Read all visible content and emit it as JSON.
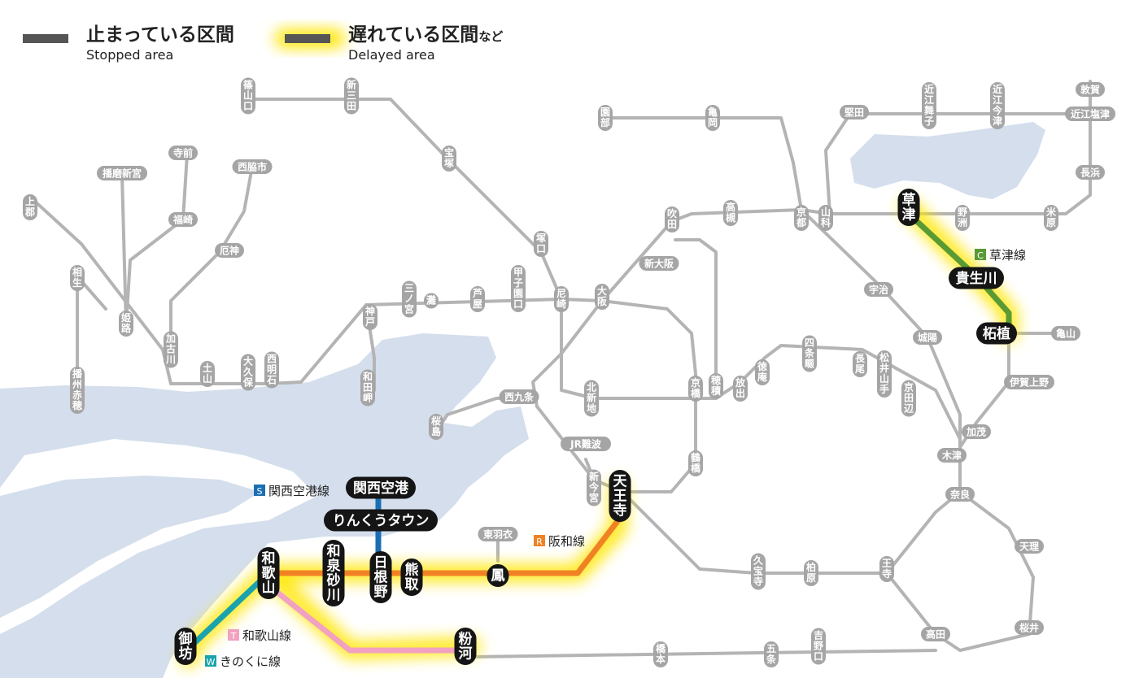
{
  "legend": {
    "stopped_ja": "止まっている区間",
    "stopped_en": "Stopped area",
    "delayed_ja": "遅れている区間",
    "delayed_suffix": "など",
    "delayed_en": "Delayed area"
  },
  "line_labels": {
    "kusatsu": {
      "badge": "C",
      "name": "草津線"
    },
    "kansai_airport": {
      "badge": "S",
      "name": "関西空港線"
    },
    "hanwa": {
      "badge": "R",
      "name": "阪和線"
    },
    "wakayama": {
      "badge": "T",
      "name": "和歌山線"
    },
    "kinokuni": {
      "badge": "W",
      "name": "きのくに線"
    }
  },
  "colors": {
    "water": "#d4deec",
    "track": "#b4b4b4",
    "station_gray": "#a5a5a5",
    "station_black": "#151515",
    "delay_glow": "#ffe600",
    "kusatsu_line": "#5a9a35",
    "hanwa_line": "#f08224",
    "airport_line": "#1a6fb4",
    "wakayama_line": "#f2a1c0",
    "kinokuni_line": "#1aa3ad"
  },
  "stations": {
    "sasayamaguchi": "篠山口",
    "shinsanda": "新三田",
    "takarazuka": "宝塚",
    "sonobe": "園部",
    "kameoka": "亀岡",
    "katata": "堅田",
    "omimaiko": "近江舞子",
    "omiimazu": "近江今津",
    "tsuruga": "敦賀",
    "omishiotsu": "近江塩津",
    "nagahama": "長浜",
    "maibara": "米原",
    "yasu": "野洲",
    "kusatsu": "草津",
    "yamashina": "山科",
    "kyoto": "京都",
    "takatsuki": "高槻",
    "suita": "吹田",
    "shinosaka": "新大阪",
    "tsukaguchi": "塚口",
    "koshienguchi": "甲子園口",
    "ashiya": "芦屋",
    "nada": "灘",
    "sannomiya": "三ノ宮",
    "amagasaki": "尼崎",
    "osaka": "大阪",
    "kobe": "神戸",
    "wadamisaki": "和田岬",
    "nishiakashi": "西明石",
    "okubo": "大久保",
    "dobo": "土山",
    "kakogawa": "加古川",
    "yakujin": "厄神",
    "nishiwakishi": "西脇市",
    "fukusaki": "福崎",
    "teramae": "寺前",
    "harimashingu": "播磨新宮",
    "kamigori": "上郡",
    "aioi": "相生",
    "himeji": "姫路",
    "banshuako": "播州赤穂",
    "uji": "宇治",
    "joyo": "城陽",
    "kibuki": "柘植",
    "kameyama": "亀山",
    "iga": "伊賀上野",
    "kamo": "加茂",
    "kizu": "木津",
    "nara": "奈良",
    "tenri": "天理",
    "sakurai": "桜井",
    "takada": "高田",
    "oji": "王寺",
    "hozumi": "穂積",
    "nagao": "長尾",
    "shijonawate": "四条畷",
    "tokuan": "徳庵",
    "kyobashi": "京橋",
    "hanaten": "放出",
    "matsuiyamate": "松井山手",
    "kyotanabe": "京田辺",
    "kitashinchi": "北新地",
    "nishikujo": "西九条",
    "sakurajima": "桜島",
    "jrnamba": "JR難波",
    "shinimamiya": "新今宮",
    "tennoji": "天王寺",
    "tsuruhashi": "鶴橋",
    "higashihagoromo": "東羽衣",
    "otori": "鳳",
    "kumatori": "熊取",
    "hineno": "日根野",
    "izumisunagawa": "和泉砂川",
    "wakayama": "和歌山",
    "gobo": "御坊",
    "kokawa": "粉河",
    "hashimoto": "橋本",
    "gojo": "五条",
    "yoshinoguchi": "吉野口",
    "kyuhoji": "久宝寺",
    "kashiwara": "柏原",
    "kansaiairport": "関西空港",
    "rinku": "りんくうタウン",
    "kusatsu_kibukawa": "貴生川"
  }
}
